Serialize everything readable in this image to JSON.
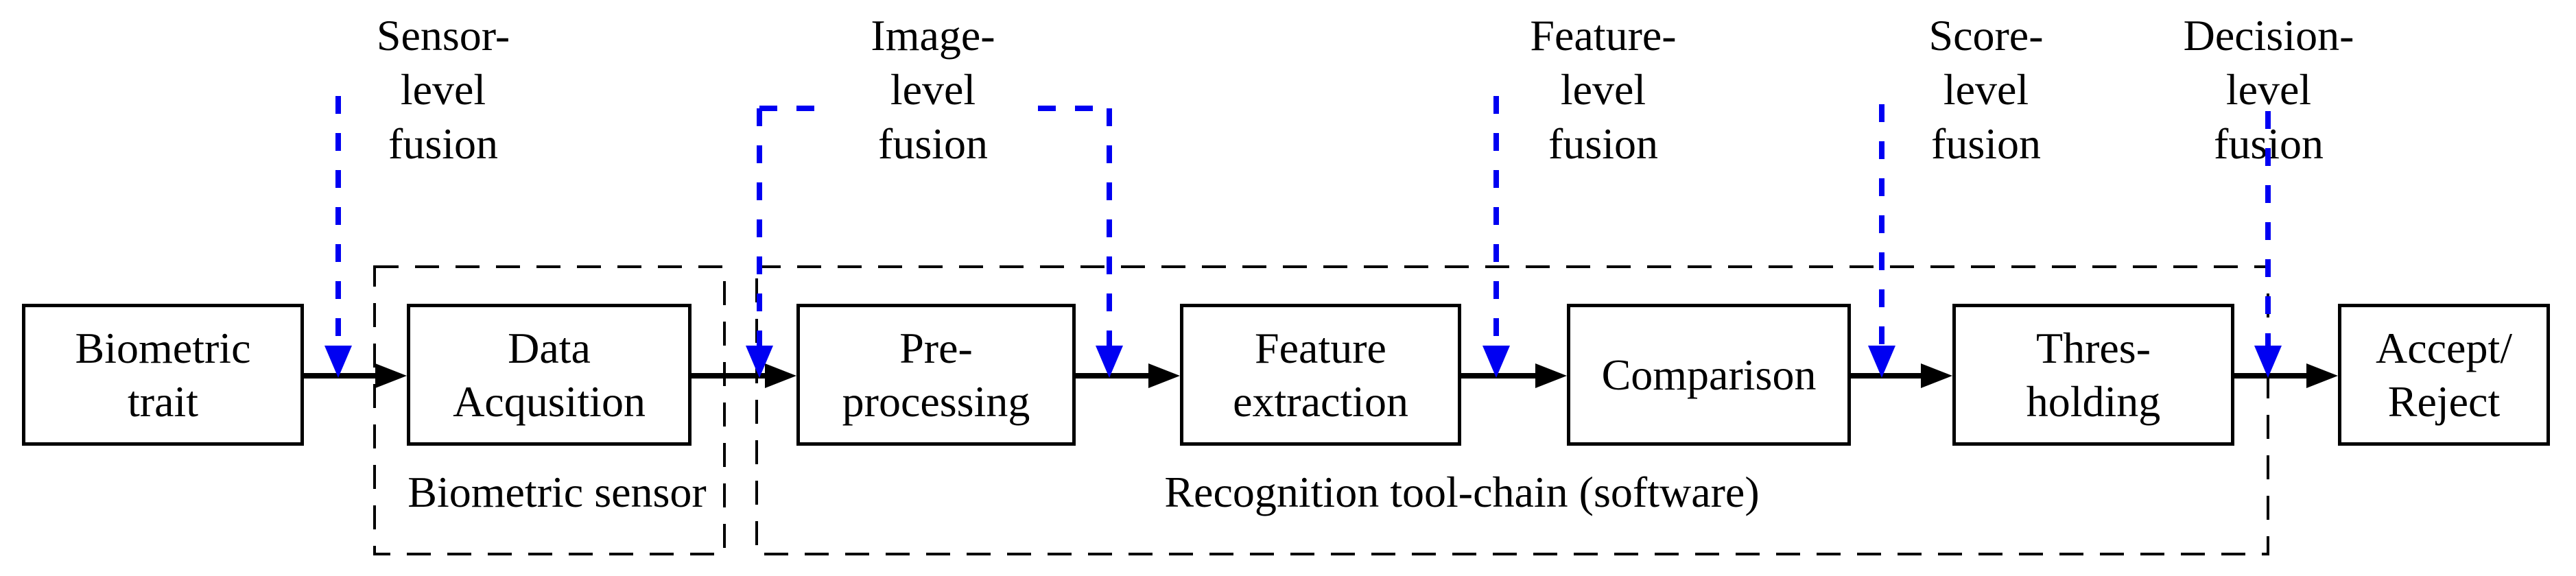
{
  "diagram": {
    "boxes": [
      {
        "label": "Biometric\ntrait"
      },
      {
        "label": "Data\nAcqusition"
      },
      {
        "label": "Pre-\nprocessing"
      },
      {
        "label": "Feature\nextraction"
      },
      {
        "label": "Comparison"
      },
      {
        "label": "Thres-\nholding"
      },
      {
        "label": "Accept/\nReject"
      }
    ],
    "containers": [
      {
        "label": "Biometric sensor"
      },
      {
        "label": "Recognition tool-chain (software)"
      }
    ],
    "fusion_labels": [
      {
        "label": "Sensor-\nlevel\nfusion"
      },
      {
        "label": "Image-\nlevel\nfusion"
      },
      {
        "label": "Feature-\nlevel\nfusion"
      },
      {
        "label": "Score-\nlevel\nfusion"
      },
      {
        "label": "Decision-\nlevel\nfusion"
      }
    ],
    "colors": {
      "fusion_arrow": "#0000f2",
      "line": "#000000",
      "background": "#ffffff"
    }
  }
}
